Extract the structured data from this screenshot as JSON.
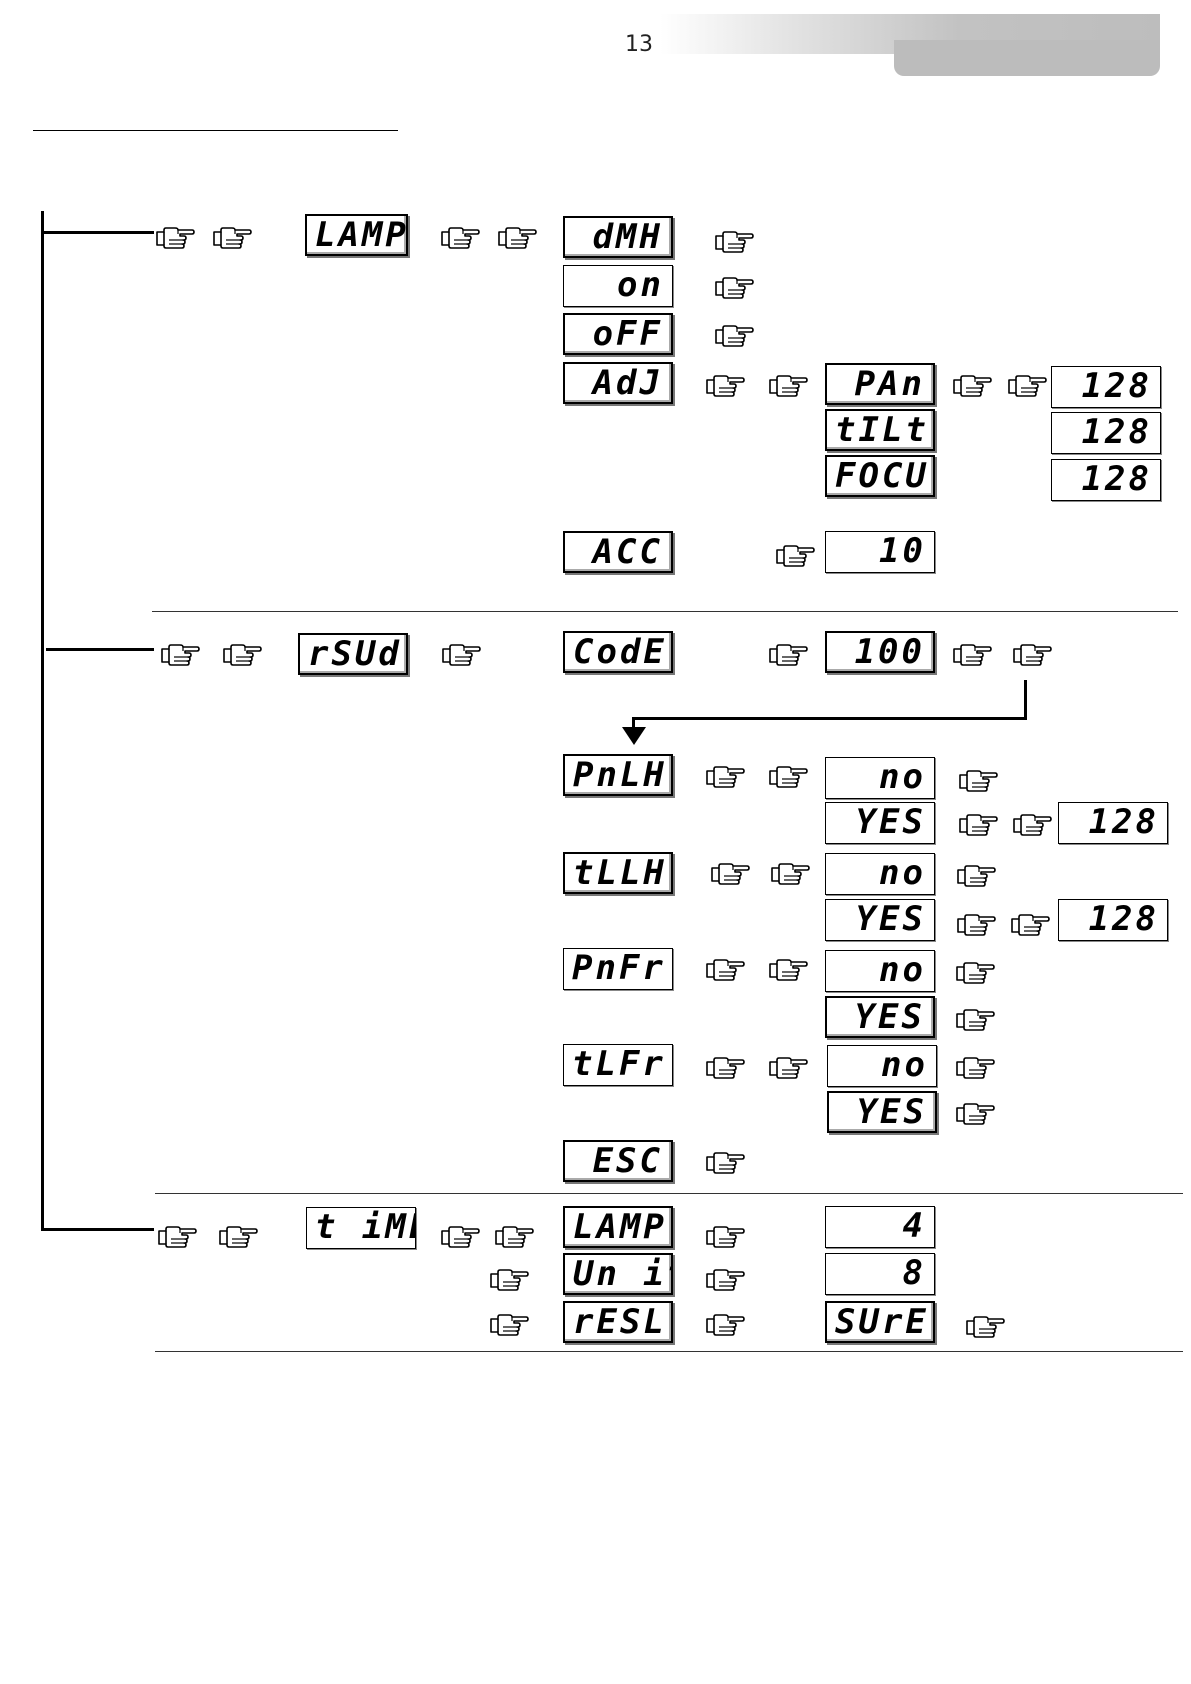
{
  "page": {
    "number": "13"
  },
  "menu_lamp": {
    "root": "LAMP",
    "options": [
      "dMH",
      "on",
      "oFF",
      "AdJ",
      "ACC"
    ],
    "adj_items": [
      "PAn",
      "tILt",
      "FOCU"
    ],
    "adj_values": [
      "128",
      "128",
      "128"
    ],
    "acc_value": "10"
  },
  "menu_rsvd": {
    "root": "rSUd",
    "code_label": "CodE",
    "code_value": "100",
    "items": [
      {
        "label": "PnLH",
        "no": "no",
        "yes": "YES",
        "value": "128"
      },
      {
        "label": "tLLH",
        "no": "no",
        "yes": "YES",
        "value": "128"
      },
      {
        "label": "PnFr",
        "no": "no",
        "yes": "YES"
      },
      {
        "label": "tLFr",
        "no": "no",
        "yes": "YES"
      }
    ],
    "esc": "ESC"
  },
  "menu_time": {
    "root": "t iME",
    "rows": [
      {
        "label": "LAMP",
        "value": "4"
      },
      {
        "label": "Un it",
        "value": "8"
      },
      {
        "label": "rESL",
        "value": "SUrE"
      }
    ]
  },
  "icons": {
    "pointer": "pointing-hand-icon"
  }
}
